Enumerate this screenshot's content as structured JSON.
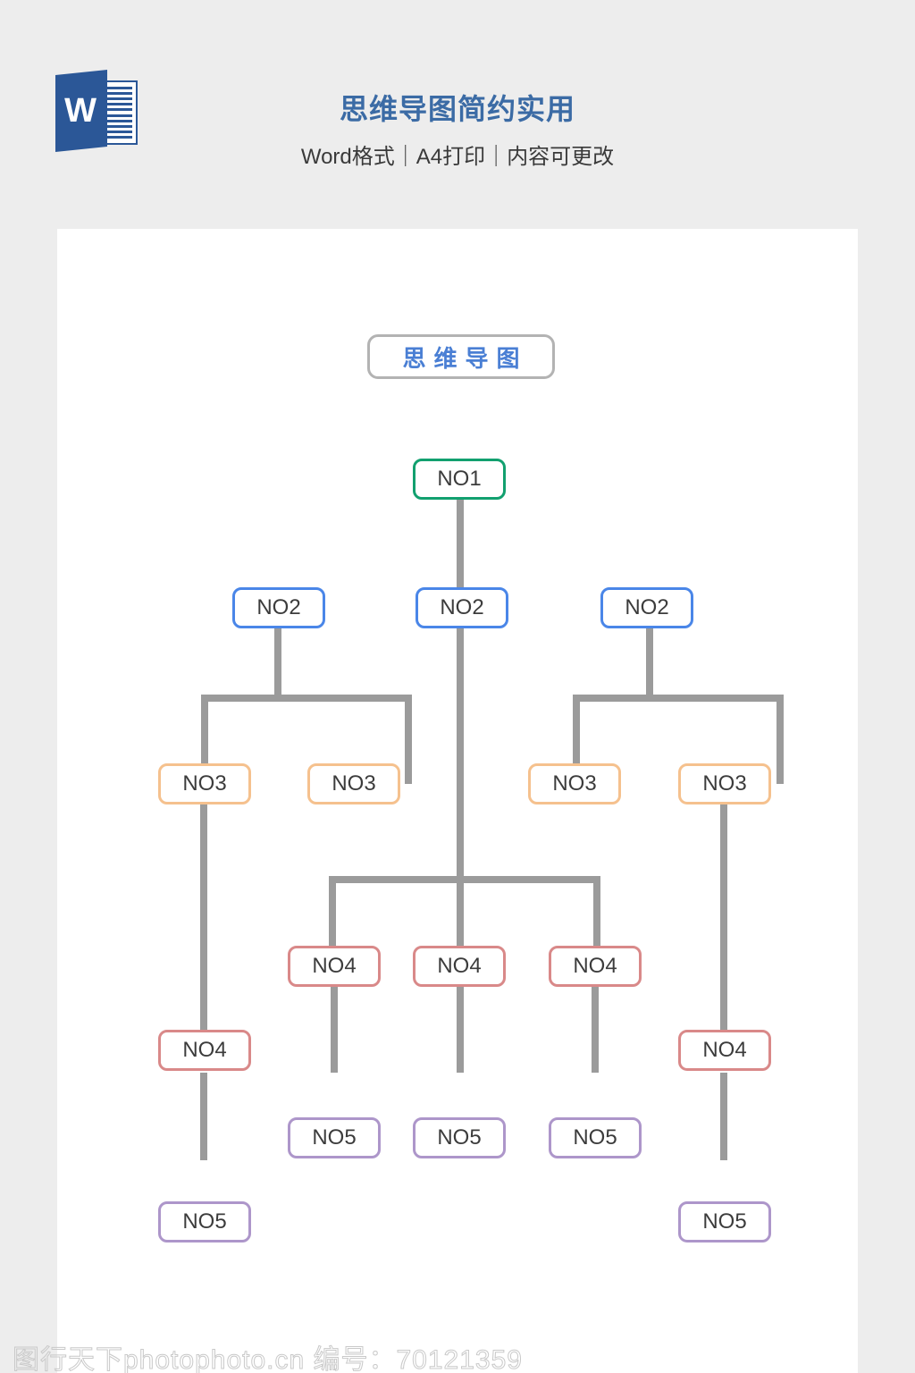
{
  "header": {
    "logo_icon": "word-document-icon",
    "logo_letter": "W",
    "title": "思维导图简约实用",
    "subtitle": "Word格式｜A4打印｜内容可更改"
  },
  "diagram": {
    "heading_label": "思维导图",
    "colors": {
      "level1": "#12a06f",
      "level2": "#4a86e8",
      "level3": "#f5c18e",
      "level4": "#d98989",
      "level5": "#ad96ca",
      "connector": "#9b9b9b",
      "heading_border": "#b3b3b3",
      "heading_text": "#4a7fd4",
      "node_text": "#3c3c3c"
    },
    "nodes": [
      {
        "id": "n1",
        "label": "NO1",
        "level": 1
      },
      {
        "id": "n2_left",
        "label": "NO2",
        "level": 2
      },
      {
        "id": "n2_mid",
        "label": "NO2",
        "level": 2
      },
      {
        "id": "n2_right",
        "label": "NO2",
        "level": 2
      },
      {
        "id": "n3_a",
        "label": "NO3",
        "level": 3
      },
      {
        "id": "n3_b",
        "label": "NO3",
        "level": 3
      },
      {
        "id": "n3_c",
        "label": "NO3",
        "level": 3
      },
      {
        "id": "n3_d",
        "label": "NO3",
        "level": 3
      },
      {
        "id": "n4_left",
        "label": "NO4",
        "level": 4
      },
      {
        "id": "n4_m1",
        "label": "NO4",
        "level": 4
      },
      {
        "id": "n4_m2",
        "label": "NO4",
        "level": 4
      },
      {
        "id": "n4_m3",
        "label": "NO4",
        "level": 4
      },
      {
        "id": "n4_right",
        "label": "NO4",
        "level": 4
      },
      {
        "id": "n5_left",
        "label": "NO5",
        "level": 5
      },
      {
        "id": "n5_m1",
        "label": "NO5",
        "level": 5
      },
      {
        "id": "n5_m2",
        "label": "NO5",
        "level": 5
      },
      {
        "id": "n5_m3",
        "label": "NO5",
        "level": 5
      },
      {
        "id": "n5_right",
        "label": "NO5",
        "level": 5
      }
    ]
  },
  "footer": {
    "watermark": "图行天下photophoto.cn 编号：70121359"
  }
}
